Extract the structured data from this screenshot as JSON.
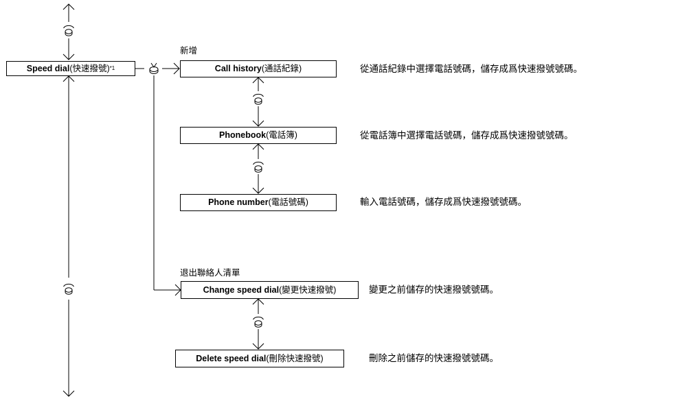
{
  "menu": {
    "speed_dial": {
      "en": "Speed dial",
      "cn": " (快速撥號)",
      "note": "*1"
    },
    "add_label": "新增",
    "exit_label": "退出聯絡人清單",
    "add_items": [
      {
        "en": "Call history",
        "cn": " (通話紀錄)",
        "desc": "從通話紀錄中選擇電話號碼，儲存成爲快速撥號號碼。"
      },
      {
        "en": "Phonebook",
        "cn": " (電話簿)",
        "desc": "從電話簿中選擇電話號碼，儲存成爲快速撥號號碼。"
      },
      {
        "en": "Phone number",
        "cn": " (電話號碼)",
        "desc": "輸入電話號碼，儲存成爲快速撥號號碼。"
      }
    ],
    "manage_items": [
      {
        "en": "Change speed dial",
        "cn": " (變更快速撥號)",
        "desc": "變更之前儲存的快速撥號號碼。"
      },
      {
        "en": "Delete speed dial",
        "cn": " (刪除快速撥號)",
        "desc": "刪除之前儲存的快速撥號號碼。"
      }
    ]
  }
}
